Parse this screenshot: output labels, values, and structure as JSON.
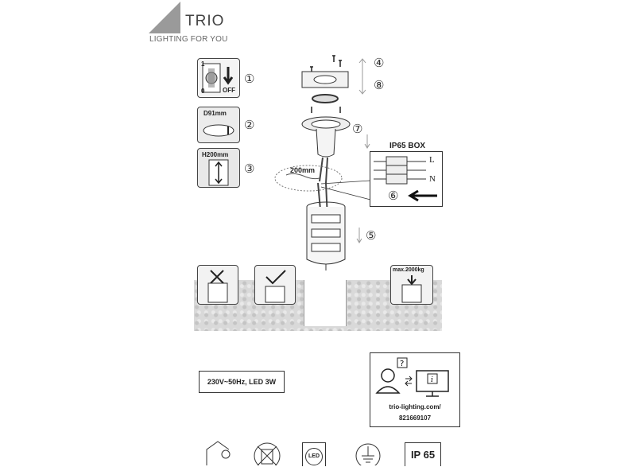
{
  "brand": {
    "name": "TRIO",
    "tagline": "LIGHTING FOR YOU"
  },
  "steps": {
    "s1": {
      "number": "①",
      "label": "OFF"
    },
    "s2": {
      "number": "②",
      "label": "D91mm"
    },
    "s3": {
      "number": "③",
      "label": "H200mm"
    },
    "s4": {
      "number": "④"
    },
    "s5": {
      "number": "⑤"
    },
    "s6": {
      "number": "⑥"
    },
    "s7": {
      "number": "⑦"
    },
    "s8": {
      "number": "⑧"
    }
  },
  "cable_length": "200mm",
  "wiring": {
    "title": "IP65  BOX",
    "terminal_l": "L",
    "terminal_n": "N"
  },
  "load": {
    "label": "max.2000kg"
  },
  "switch_labels": {
    "on": "1",
    "off": "0"
  },
  "spec": "230V~50Hz, LED 3W",
  "support": {
    "url": "trio-lighting.com/",
    "code": "821669107"
  },
  "symbols": {
    "led_label": "LED",
    "ip_rating": "IP 65",
    "icons": [
      "indoor-outdoor-icon",
      "no-disposal-icon",
      "led-icon",
      "earth-icon",
      "ip65-icon"
    ]
  }
}
